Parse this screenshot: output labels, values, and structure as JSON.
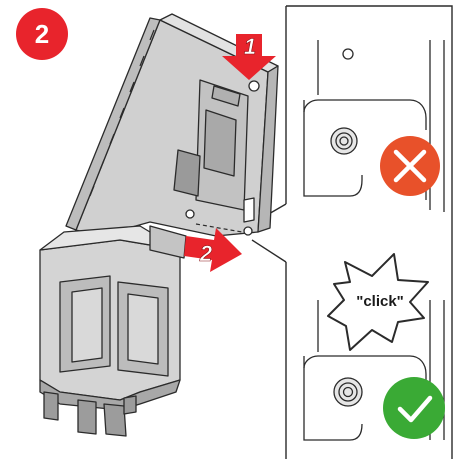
{
  "step": {
    "number": "2"
  },
  "arrows": {
    "first": {
      "label": "1"
    },
    "second": {
      "label": "2"
    }
  },
  "callout": {
    "click_text": "\"click\""
  },
  "status": {
    "wrong": "cross-icon",
    "correct": "check-icon"
  },
  "colors": {
    "badge": "#e8242c",
    "arrow": "#e8242c",
    "wrong": "#e8512a",
    "correct": "#3aaa35",
    "line": "#2b2b2b",
    "device": "#c9c9c9"
  }
}
